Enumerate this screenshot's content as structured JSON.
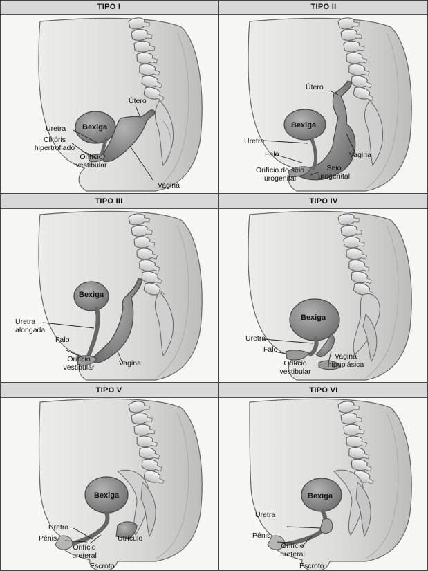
{
  "panels": [
    {
      "title": "TIPO I",
      "labels": {
        "bexiga": "Bexiga",
        "utero": "Útero",
        "uretra": "Uretra",
        "clitoris": "Clitóris hipertrofiado",
        "orificio": "Orifício vestibular",
        "vagina": "Vagina"
      }
    },
    {
      "title": "TIPO II",
      "labels": {
        "utero": "Útero",
        "bexiga": "Bexiga",
        "uretra": "Uretra",
        "falo": "Falo",
        "vagina": "Vagina",
        "orificio": "Orifício do seio urogenital",
        "seio": "Seio urogenital"
      }
    },
    {
      "title": "TIPO III",
      "labels": {
        "bexiga": "Bexiga",
        "uretra": "Uretra alongada",
        "falo": "Falo",
        "orificio": "Orifício vestibular",
        "vagina": "Vagina"
      }
    },
    {
      "title": "TIPO IV",
      "labels": {
        "bexiga": "Bexiga",
        "uretra": "Uretra",
        "falo": "Falo",
        "vagina": "Vagina hipoplásica",
        "orificio": "Orifício vestibular"
      }
    },
    {
      "title": "TIPO V",
      "labels": {
        "bexiga": "Bexiga",
        "uretra": "Uretra",
        "penis": "Pênis",
        "utriculo": "Utrículo",
        "orificio": "Orifício ureteral",
        "escroto": "Escroto"
      }
    },
    {
      "title": "TIPO VI",
      "labels": {
        "bexiga": "Bexiga",
        "uretra": "Uretra",
        "penis": "Pênis",
        "orificio": "Orifício ureteral",
        "escroto": "Escroto"
      }
    }
  ]
}
